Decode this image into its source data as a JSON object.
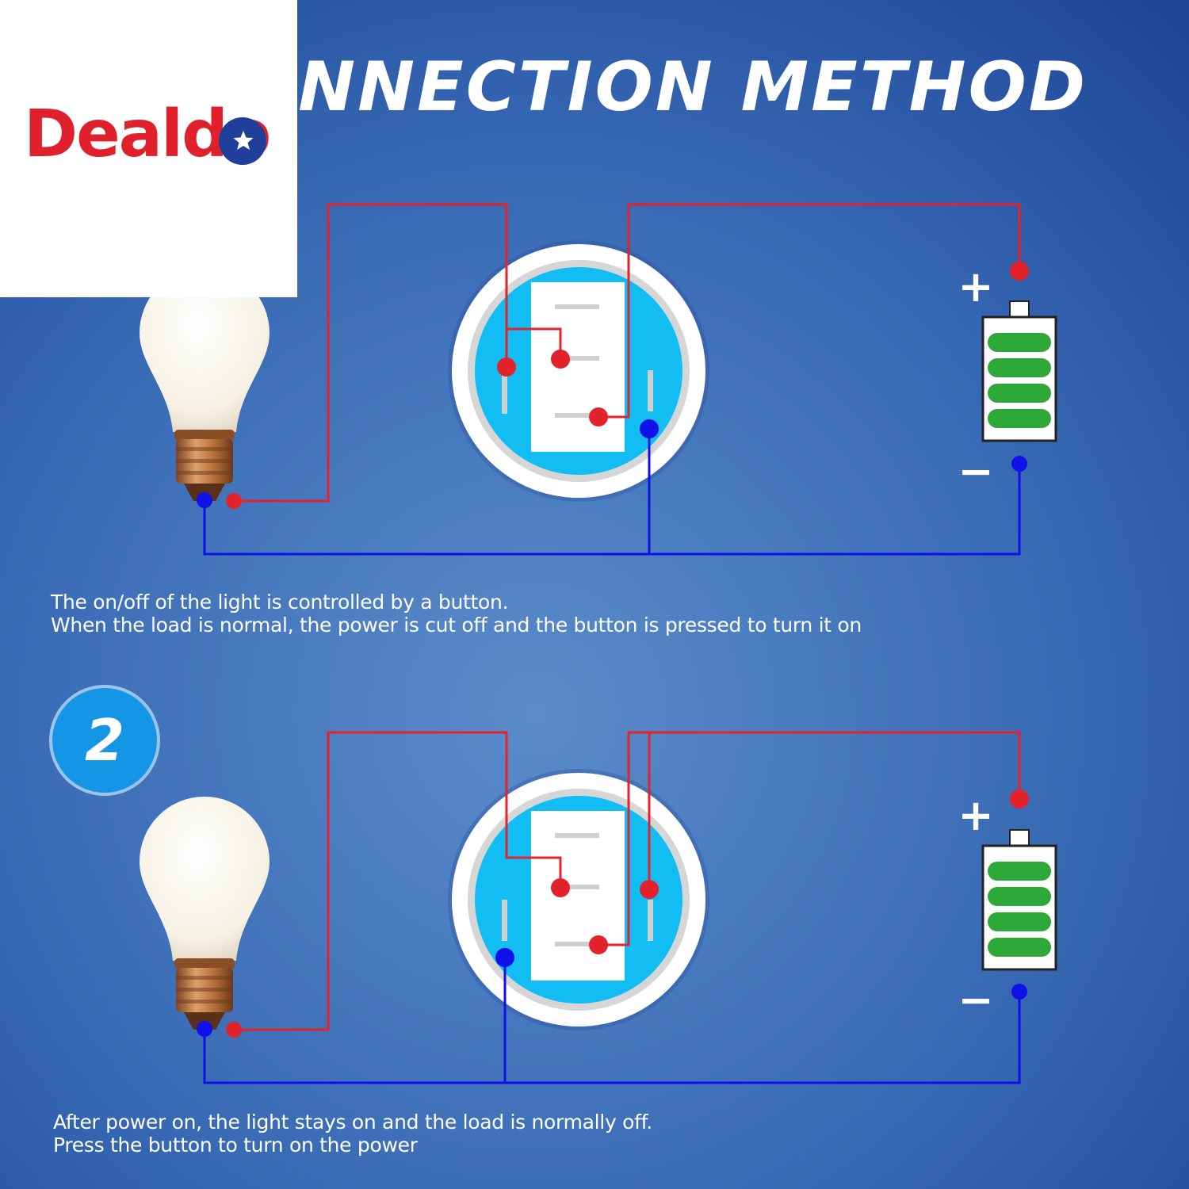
{
  "title": "ONNECTION METHOD",
  "logo": {
    "text": "Dealdo",
    "icon": "star-icon"
  },
  "colors": {
    "background_light": "#5486c5",
    "background_dark": "#163a8e",
    "wire_positive": "#e3222b",
    "wire_negative": "#1010e8",
    "switch_face": "#0fbdf2",
    "battery_cells": "#2fa83a"
  },
  "diagram1": {
    "terminals": {
      "plus": "+",
      "minus": "−"
    },
    "description_line1": "The on/off of the light is controlled by a button.",
    "description_line2": "When the load is normal, the power is cut off and the button is pressed to turn it on"
  },
  "diagram2": {
    "badge": "2",
    "terminals": {
      "plus": "+",
      "minus": "−"
    },
    "description_line1": "After power on, the light stays on and the load is normally off.",
    "description_line2": "Press the button to turn on the power"
  }
}
